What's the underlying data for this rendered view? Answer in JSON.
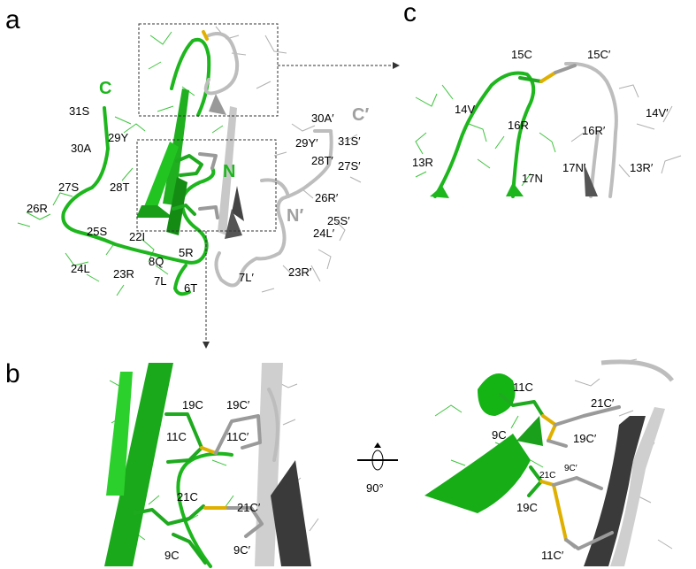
{
  "panels": {
    "a": "a",
    "b": "b",
    "c": "c"
  },
  "panel_a": {
    "termini": {
      "c": "C",
      "c_prime": "C′",
      "n": "N",
      "n_prime": "N′"
    },
    "green_labels": [
      "31S",
      "30A",
      "29Y",
      "28T",
      "27S",
      "26R",
      "25S",
      "24L",
      "23R",
      "22I",
      "8Q",
      "7L",
      "6T",
      "5R"
    ],
    "gray_labels": [
      "30A′",
      "31S′",
      "29Y′",
      "28T′",
      "27S′",
      "26R′",
      "25S′",
      "24L′",
      "23R′",
      "7L′"
    ]
  },
  "panel_c": {
    "labels": [
      "15C",
      "15C′",
      "14V",
      "16R",
      "13R",
      "17N",
      "16R′",
      "14V′",
      "17N′",
      "13R′"
    ]
  },
  "panel_b": {
    "left_labels": [
      "19C",
      "19C′",
      "11C",
      "11C′",
      "21C",
      "21C′",
      "9C",
      "9C′"
    ],
    "rotation": "90°",
    "right_labels": [
      "11C",
      "21C′",
      "9C",
      "19C′",
      "21C",
      "9C′",
      "19C",
      "11C′"
    ]
  },
  "colors": {
    "green": "#1db61d",
    "gray": "#bdbdbd",
    "dark_gray": "#3a3a3a",
    "disulfide": "#e0b000"
  }
}
